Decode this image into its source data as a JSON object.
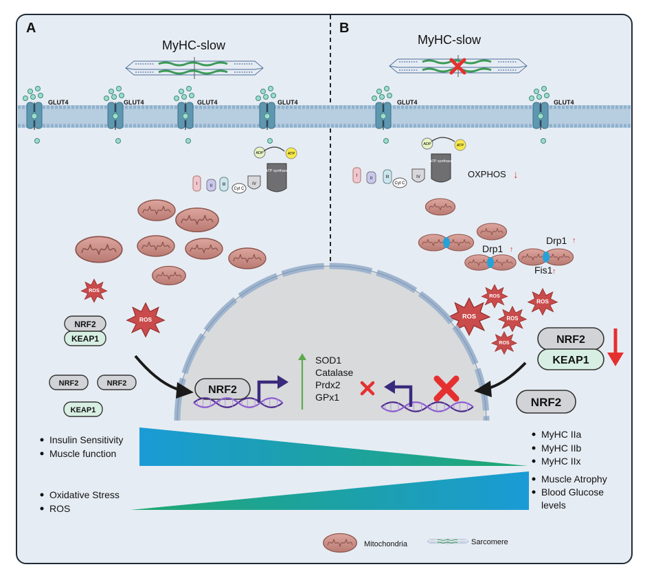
{
  "panels": {
    "a": {
      "letter": "A",
      "title": "MyHC-slow"
    },
    "b": {
      "letter": "B",
      "title": "MyHC-slow"
    }
  },
  "membrane": {
    "transporter_label": "GLUT4"
  },
  "etc": {
    "complexes": [
      "I",
      "II",
      "III",
      "Cyt C",
      "IV"
    ],
    "atp_synthase_label": "ATP synthase",
    "adp_label": "ADP",
    "atp_label": "ATP"
  },
  "labels": {
    "oxphos": "OXPHOS",
    "ros": "ROS",
    "nrf2": "NRF2",
    "keap1": "KEAP1",
    "drp1": "Drp1",
    "fis1": "Fis1",
    "up_arrow": "↑",
    "down_arrow": "↓"
  },
  "nucleus": {
    "nrf2_label": "NRF2",
    "targets": [
      "SOD1",
      "Catalase",
      "Prdx2",
      "GPx1"
    ]
  },
  "gradient_left_top": [
    "Insulin Sensitivity",
    "Muscle function"
  ],
  "gradient_left_bottom": [
    "Oxidative Stress",
    "ROS"
  ],
  "gradient_right_top": [
    "MyHC IIa",
    "MyHC IIb",
    "MyHC IIx"
  ],
  "gradient_right_bottom": [
    "Muscle Atrophy",
    "Blood Glucose",
    "levels"
  ],
  "legend": {
    "mito": "Mitochondria",
    "sarcomere": "Sarcomere"
  },
  "colors": {
    "panel_bg": "#e6ecf3",
    "membrane": "#b7cde0",
    "glut4": "#5f97b1",
    "mito": "#cf9890",
    "ros": "#c94b4b",
    "nucleus": "#d9dadc",
    "arrow_green": "#5ea94b",
    "promoter_arrow": "#3a2a7c",
    "red": "#e53030",
    "wedge_blue": "#1a9bd6",
    "wedge_green": "#1fa870"
  }
}
